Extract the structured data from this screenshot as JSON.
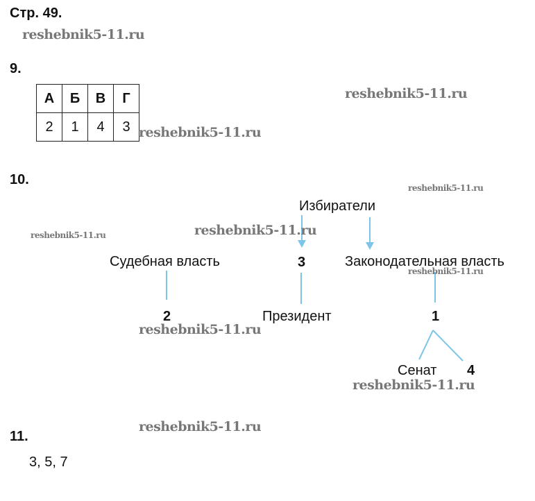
{
  "page_title": "Стр. 49.",
  "watermark": "reshebnik5-11.ru",
  "task9": {
    "number": "9.",
    "headers": [
      "А",
      "Б",
      "В",
      "Г"
    ],
    "values": [
      "2",
      "1",
      "4",
      "3"
    ]
  },
  "task10": {
    "number": "10.",
    "nodes": {
      "voters": "Избиратели",
      "answer3": "3",
      "judicial": "Судебная власть",
      "legislative": "Законодательная власть",
      "answer2": "2",
      "president": "Президент",
      "answer1": "1",
      "senate": "Сенат",
      "answer4": "4"
    },
    "line_color": "#7cc4e8"
  },
  "task11": {
    "number": "11.",
    "answer": "3, 5, 7"
  }
}
